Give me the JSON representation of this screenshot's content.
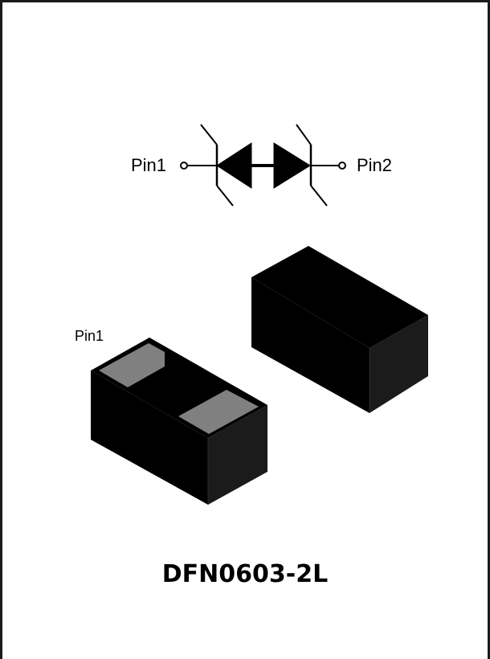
{
  "symbol": {
    "pin1_label": "Pin1",
    "pin2_label": "Pin2",
    "device": "bidirectional-tvs-diode"
  },
  "package_view": {
    "pin1_marker_label": "Pin1"
  },
  "package_name": "DFN0603-2L",
  "colors": {
    "body": "#000000",
    "pad": "#808080",
    "side_face": "#1b1b1b",
    "frame": "#1a1a1a"
  }
}
